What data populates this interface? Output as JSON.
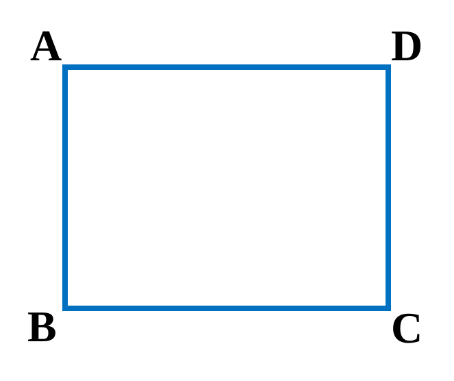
{
  "diagram": {
    "shape": "rectangle",
    "stroke_color": "#0070C0",
    "label_color": "#000000",
    "background": "#FFFFFF",
    "vertices": {
      "top_left": "A",
      "bottom_left": "B",
      "bottom_right": "C",
      "top_right": "D"
    }
  }
}
